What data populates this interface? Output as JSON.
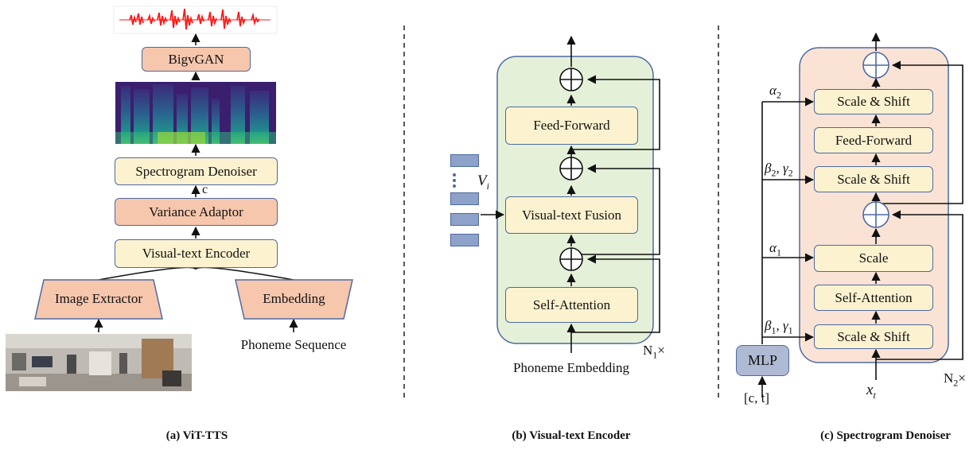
{
  "panel_a": {
    "vocoder": "BigvGAN",
    "denoiser": "Spectrogram Denoiser",
    "condition": "c",
    "variance": "Variance Adaptor",
    "encoder": "Visual-text Encoder",
    "image_extractor": "Image Extractor",
    "embedding": "Embedding",
    "phoneme": "Phoneme Sequence",
    "caption": "(a) ViT-TTS"
  },
  "panel_b": {
    "feed_forward": "Feed-Forward",
    "fusion": "Visual-text Fusion",
    "self_attention": "Self-Attention",
    "visual_label": "V",
    "visual_sub": "i",
    "repeat": "N",
    "repeat_sub": "1",
    "repeat_x": "×",
    "input": "Phoneme Embedding",
    "caption": "(b) Visual-text Encoder"
  },
  "panel_c": {
    "scale_shift_top": "Scale & Shift",
    "feed_forward": "Feed-Forward",
    "scale_shift_mid": "Scale & Shift",
    "scale": "Scale",
    "self_attention": "Self-Attention",
    "scale_shift_bottom": "Scale & Shift",
    "mlp": "MLP",
    "mlp_input": "[c, t]",
    "alpha2": "α",
    "alpha2_sub": "2",
    "beta2": "β",
    "beta2_sub": "2",
    "gamma2": "γ",
    "gamma2_sub": "2",
    "alpha1": "α",
    "alpha1_sub": "1",
    "beta1": "β",
    "beta1_sub": "1",
    "gamma1": "γ",
    "gamma1_sub": "1",
    "input_x": "x",
    "input_sub": "t",
    "repeat": "N",
    "repeat_sub": "2",
    "repeat_x": "×",
    "caption": "(c) Spectrogram Denoiser"
  },
  "colors": {
    "yellow_box": "#fdf2cf",
    "salmon_box": "#f6c6ad",
    "green_panel": "#e5f0d9",
    "pink_panel": "#fae3d5",
    "mlp": "#aebad3",
    "border": "#4d6aa0",
    "waveform": "#ff1a1a"
  }
}
